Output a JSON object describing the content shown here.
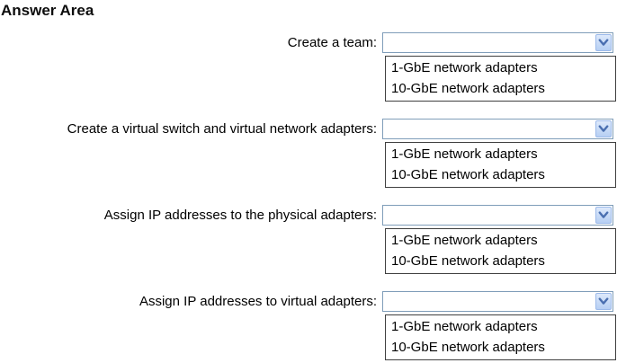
{
  "title": "Answer Area",
  "icons": {
    "dropdown": "chevron-down-icon"
  },
  "colors": {
    "combo_border": "#7f9db9",
    "list_border": "#3f3f3f",
    "arrow": "#4a6fb0",
    "arrow_button_top": "#dde9fb",
    "arrow_button_bottom": "#b6cff3",
    "arrow_button_border": "#9cbaea",
    "text": "#000000"
  },
  "rows": [
    {
      "label": "Create a team:",
      "value": "",
      "options": [
        "1-GbE network adapters",
        "10-GbE network adapters"
      ]
    },
    {
      "label": "Create a virtual switch and virtual network adapters:",
      "value": "",
      "options": [
        "1-GbE network adapters",
        "10-GbE network adapters"
      ]
    },
    {
      "label": "Assign IP addresses to the physical adapters:",
      "value": "",
      "options": [
        "1-GbE network adapters",
        "10-GbE network adapters"
      ]
    },
    {
      "label": "Assign IP addresses to virtual adapters:",
      "value": "",
      "options": [
        "1-GbE network adapters",
        "10-GbE network adapters"
      ]
    }
  ]
}
